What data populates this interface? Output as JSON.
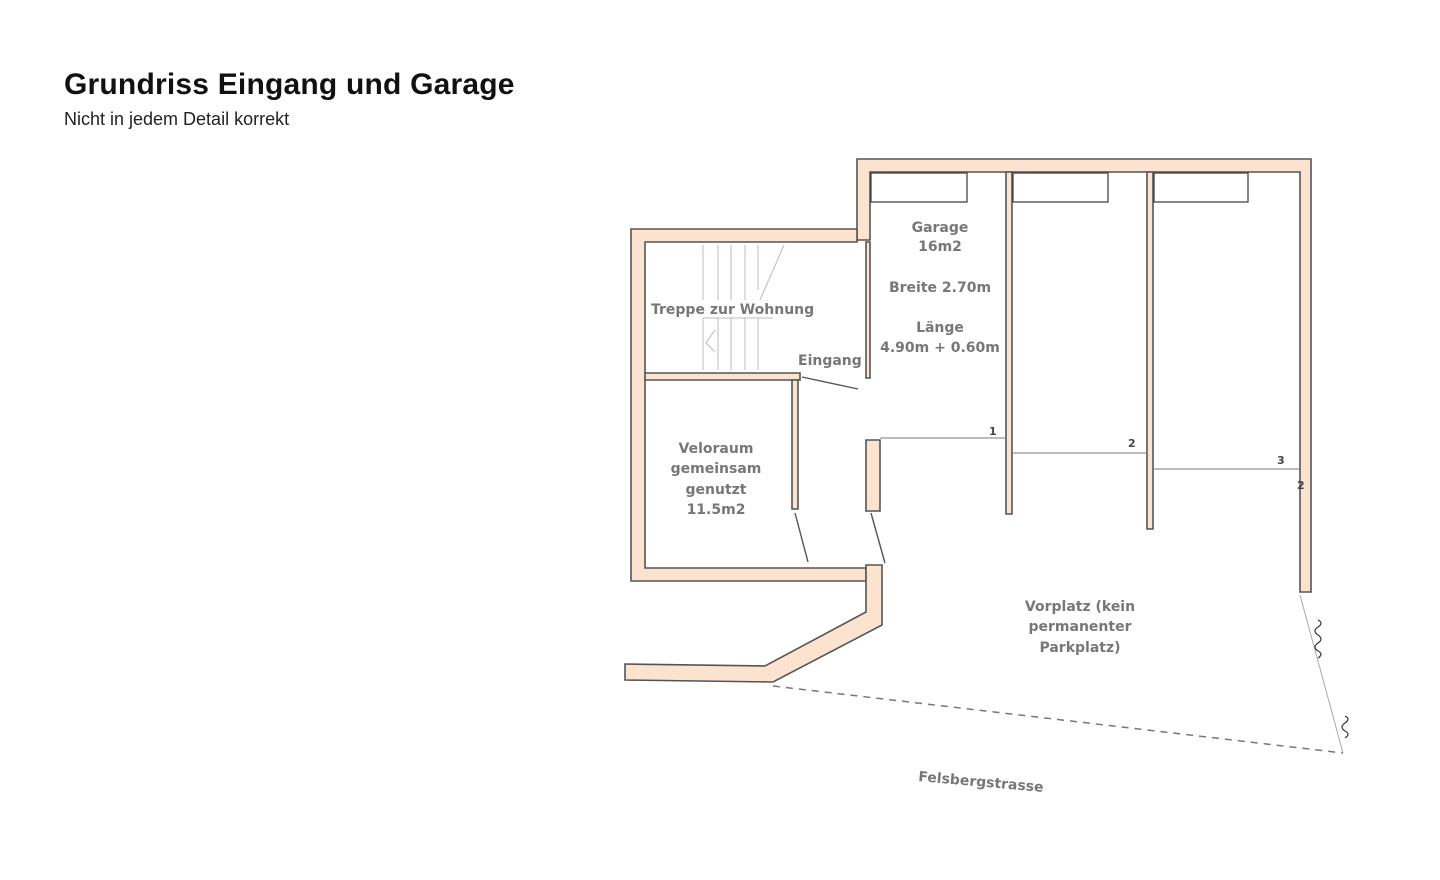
{
  "header": {
    "title": "Grundriss Eingang und Garage",
    "subtitle": "Nicht in jedem Detail korrekt"
  },
  "colors": {
    "wall_fill": "#fbe3cf",
    "wall_stroke": "#555555",
    "label": "#777777",
    "background": "#ffffff"
  },
  "plan": {
    "stairs": {
      "label": "Treppe zur Wohnung"
    },
    "entrance": {
      "label": "Eingang"
    },
    "bike_room": {
      "line1": "Veloraum",
      "line2": "gemeinsam",
      "line3": "genutzt",
      "line4": "11.5m2"
    },
    "garage": {
      "line1": "Garage",
      "line2": "16m2",
      "line3": "Breite 2.70m",
      "line4": "Länge",
      "line5": "4.90m + 0.60m"
    },
    "garage_numbers": [
      "1",
      "2",
      "3"
    ],
    "side_mark": "2",
    "forecourt": {
      "line1": "Vorplatz (kein",
      "line2": "permanenter",
      "line3": "Parkplatz)"
    },
    "street": {
      "label": "Felsbergstrasse"
    }
  }
}
